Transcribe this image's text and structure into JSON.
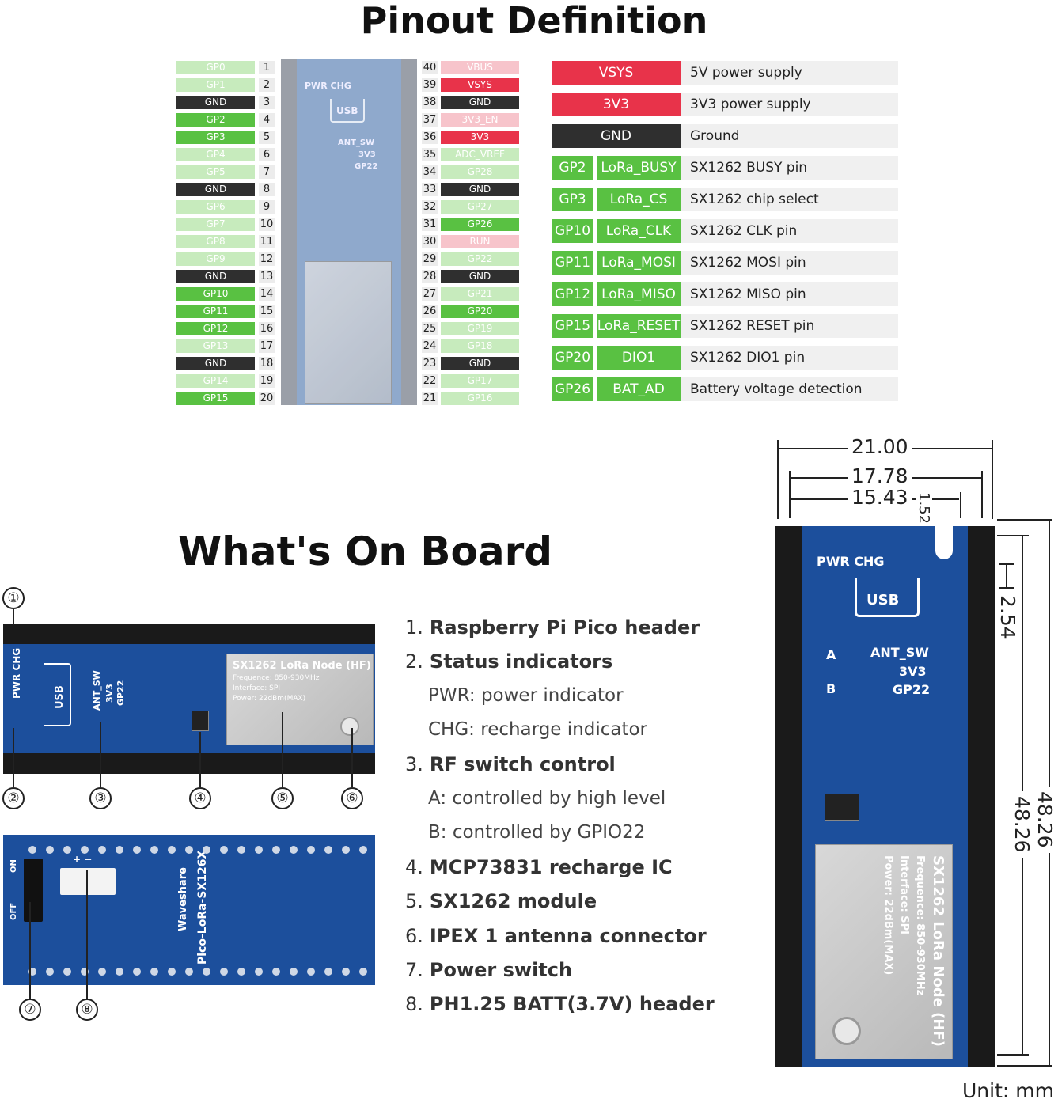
{
  "titles": {
    "pinout": "Pinout Definition",
    "onboard": "What's On Board",
    "unit": "Unit: mm"
  },
  "left_pins": [
    {
      "num": "1",
      "label": "GP0",
      "style": "c-gpio-l"
    },
    {
      "num": "2",
      "label": "GP1",
      "style": "c-gpio-l"
    },
    {
      "num": "3",
      "label": "GND",
      "style": "c-gnd"
    },
    {
      "num": "4",
      "label": "GP2",
      "style": "c-gpio"
    },
    {
      "num": "5",
      "label": "GP3",
      "style": "c-gpio"
    },
    {
      "num": "6",
      "label": "GP4",
      "style": "c-gpio-l"
    },
    {
      "num": "7",
      "label": "GP5",
      "style": "c-gpio-l"
    },
    {
      "num": "8",
      "label": "GND",
      "style": "c-gnd"
    },
    {
      "num": "9",
      "label": "GP6",
      "style": "c-gpio-l"
    },
    {
      "num": "10",
      "label": "GP7",
      "style": "c-gpio-l"
    },
    {
      "num": "11",
      "label": "GP8",
      "style": "c-gpio-l"
    },
    {
      "num": "12",
      "label": "GP9",
      "style": "c-gpio-l"
    },
    {
      "num": "13",
      "label": "GND",
      "style": "c-gnd"
    },
    {
      "num": "14",
      "label": "GP10",
      "style": "c-gpio"
    },
    {
      "num": "15",
      "label": "GP11",
      "style": "c-gpio"
    },
    {
      "num": "16",
      "label": "GP12",
      "style": "c-gpio"
    },
    {
      "num": "17",
      "label": "GP13",
      "style": "c-gpio-l"
    },
    {
      "num": "18",
      "label": "GND",
      "style": "c-gnd"
    },
    {
      "num": "19",
      "label": "GP14",
      "style": "c-gpio-l"
    },
    {
      "num": "20",
      "label": "GP15",
      "style": "c-gpio"
    }
  ],
  "right_pins": [
    {
      "num": "40",
      "label": "VBUS",
      "style": "c-pwr-l"
    },
    {
      "num": "39",
      "label": "VSYS",
      "style": "c-pwr"
    },
    {
      "num": "38",
      "label": "GND",
      "style": "c-gnd"
    },
    {
      "num": "37",
      "label": "3V3_EN",
      "style": "c-pwr-l"
    },
    {
      "num": "36",
      "label": "3V3",
      "style": "c-pwr"
    },
    {
      "num": "35",
      "label": "ADC_VREF",
      "style": "c-gpio-l"
    },
    {
      "num": "34",
      "label": "GP28",
      "style": "c-gpio-l"
    },
    {
      "num": "33",
      "label": "GND",
      "style": "c-gnd"
    },
    {
      "num": "32",
      "label": "GP27",
      "style": "c-gpio-l"
    },
    {
      "num": "31",
      "label": "GP26",
      "style": "c-gpio"
    },
    {
      "num": "30",
      "label": "RUN",
      "style": "c-pwr-l"
    },
    {
      "num": "29",
      "label": "GP22",
      "style": "c-gpio-l"
    },
    {
      "num": "28",
      "label": "GND",
      "style": "c-gnd"
    },
    {
      "num": "27",
      "label": "GP21",
      "style": "c-gpio-l"
    },
    {
      "num": "26",
      "label": "GP20",
      "style": "c-gpio"
    },
    {
      "num": "25",
      "label": "GP19",
      "style": "c-gpio-l"
    },
    {
      "num": "24",
      "label": "GP18",
      "style": "c-gpio-l"
    },
    {
      "num": "23",
      "label": "GND",
      "style": "c-gnd"
    },
    {
      "num": "22",
      "label": "GP17",
      "style": "c-gpio-l"
    },
    {
      "num": "21",
      "label": "GP16",
      "style": "c-gpio-l"
    }
  ],
  "legend": [
    {
      "cells": [
        {
          "text": "VSYS",
          "style": "c-pwr"
        }
      ],
      "desc": "5V power supply"
    },
    {
      "cells": [
        {
          "text": "3V3",
          "style": "c-pwr"
        }
      ],
      "desc": "3V3 power supply"
    },
    {
      "cells": [
        {
          "text": "GND",
          "style": "c-gnd"
        }
      ],
      "desc": "Ground"
    },
    {
      "cells": [
        {
          "text": "GP2",
          "style": "c-gpio"
        },
        {
          "text": "LoRa_BUSY",
          "style": "c-gpio"
        }
      ],
      "desc": "SX1262 BUSY pin"
    },
    {
      "cells": [
        {
          "text": "GP3",
          "style": "c-gpio"
        },
        {
          "text": "LoRa_CS",
          "style": "c-gpio"
        }
      ],
      "desc": "SX1262 chip select"
    },
    {
      "cells": [
        {
          "text": "GP10",
          "style": "c-gpio"
        },
        {
          "text": "LoRa_CLK",
          "style": "c-gpio"
        }
      ],
      "desc": "SX1262 CLK pin"
    },
    {
      "cells": [
        {
          "text": "GP11",
          "style": "c-gpio"
        },
        {
          "text": "LoRa_MOSI",
          "style": "c-gpio"
        }
      ],
      "desc": "SX1262 MOSI pin"
    },
    {
      "cells": [
        {
          "text": "GP12",
          "style": "c-gpio"
        },
        {
          "text": "LoRa_MISO",
          "style": "c-gpio"
        }
      ],
      "desc": "SX1262 MISO pin"
    },
    {
      "cells": [
        {
          "text": "GP15",
          "style": "c-gpio"
        },
        {
          "text": "LoRa_RESET",
          "style": "c-gpio"
        }
      ],
      "desc": "SX1262 RESET pin"
    },
    {
      "cells": [
        {
          "text": "GP20",
          "style": "c-gpio"
        },
        {
          "text": "DIO1",
          "style": "c-gpio"
        }
      ],
      "desc": "SX1262 DIO1 pin"
    },
    {
      "cells": [
        {
          "text": "GP26",
          "style": "c-gpio"
        },
        {
          "text": "BAT_AD",
          "style": "c-gpio"
        }
      ],
      "desc": "Battery voltage detection"
    }
  ],
  "features": [
    {
      "num": "1.",
      "title": "Raspberry Pi Pico header",
      "subs": []
    },
    {
      "num": "2.",
      "title": "Status indicators",
      "subs": [
        "PWR: power indicator",
        "CHG: recharge indicator"
      ]
    },
    {
      "num": "3.",
      "title": "RF switch control",
      "subs": [
        "A: controlled by high level",
        "B: controlled by GPIO22"
      ]
    },
    {
      "num": "4.",
      "title": "MCP73831 recharge IC",
      "subs": []
    },
    {
      "num": "5.",
      "title": "SX1262 module",
      "subs": []
    },
    {
      "num": "6.",
      "title": "IPEX 1 antenna connector",
      "subs": []
    },
    {
      "num": "7.",
      "title": "Power switch",
      "subs": []
    },
    {
      "num": "8.",
      "title": "PH1.25 BATT(3.7V) header",
      "subs": []
    }
  ],
  "callouts": [
    "①",
    "②",
    "③",
    "④",
    "⑤",
    "⑥",
    "⑦",
    "⑧"
  ],
  "silkscreen": {
    "pwr_chg": "PWR CHG",
    "usb": "USB",
    "ant_sw": "ANT_SW",
    "a": "A",
    "b": "B",
    "v33": "3V3",
    "gp22": "GP22",
    "module_name": "SX1262 LoRa Node (HF)",
    "frequency": "Frequence: 850-930MHz",
    "interface": "Interface: SPI",
    "power": "Power: 22dBm(MAX)",
    "on": "ON",
    "off": "OFF",
    "brand": "Waveshare",
    "model": "Pico-LoRa-SX126X",
    "plus_minus": "+ −"
  },
  "dimensions": {
    "w1": "21.00",
    "w2": "17.78",
    "w3": "15.43",
    "w4": "1.52",
    "pitch": "2.54",
    "h1": "48.26",
    "h2": "48.26"
  }
}
